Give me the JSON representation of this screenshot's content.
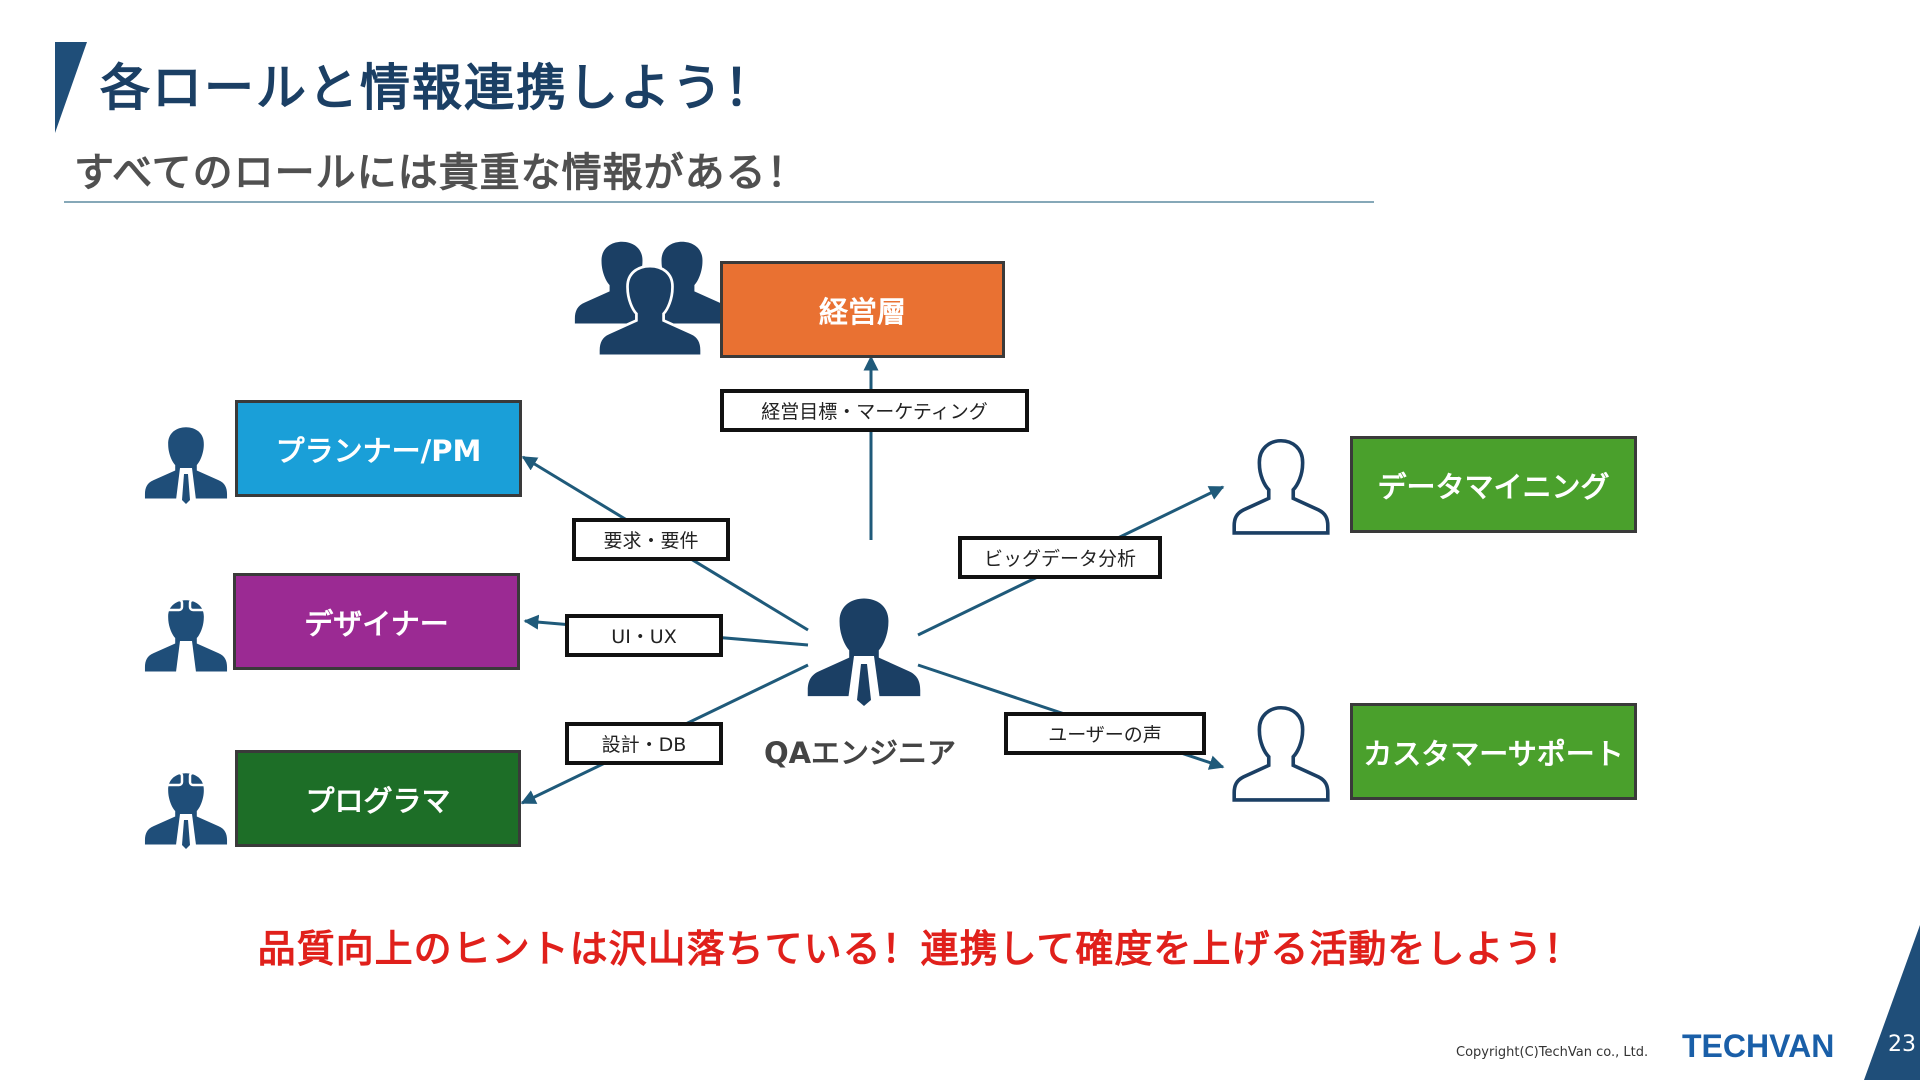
{
  "slide": {
    "title": "各ロールと情報連携しよう！",
    "subtitle": "すべてのロールには貴重な情報がある！",
    "callout": "品質向上のヒントは沢山落ちている！連携して確度を上げる活動をしよう！",
    "copyright": "Copyright(C)TechVan co., Ltd.",
    "logo_text": "TECHVAN",
    "page_number": "23"
  },
  "diagram": {
    "center": {
      "label": "QAエンジニア"
    },
    "roles": [
      {
        "id": "executive",
        "label": "経営層",
        "color": "#e97132"
      },
      {
        "id": "planner",
        "label": "プランナー/PM",
        "color": "#1a9fd8"
      },
      {
        "id": "designer",
        "label": "デザイナー",
        "color": "#9b2a93"
      },
      {
        "id": "programmer",
        "label": "プログラマ",
        "color": "#1d6e27"
      },
      {
        "id": "datamining",
        "label": "データマイニング",
        "color": "#4aa02c"
      },
      {
        "id": "support",
        "label": "カスタマーサポート",
        "color": "#4aa02c"
      }
    ],
    "edges": [
      {
        "to": "executive",
        "label": "経営目標・マーケティング"
      },
      {
        "to": "planner",
        "label": "要求・要件"
      },
      {
        "to": "designer",
        "label": "UI・UX"
      },
      {
        "to": "programmer",
        "label": "設計・DB"
      },
      {
        "to": "datamining",
        "label": "ビッグデータ分析"
      },
      {
        "to": "support",
        "label": "ユーザーの声"
      }
    ]
  },
  "colors": {
    "title": "#1b3f64",
    "accent": "#1f4e79",
    "arrow": "#1f5a7a",
    "callout": "#e0201b"
  }
}
